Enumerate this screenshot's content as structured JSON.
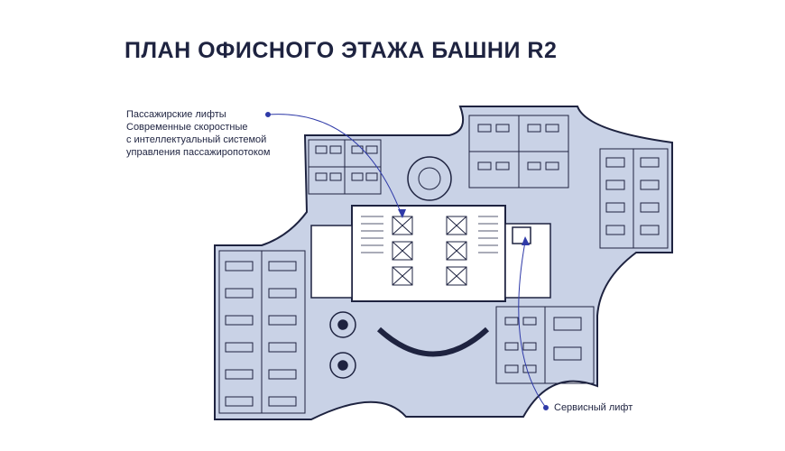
{
  "title": "ПЛАН ОФИСНОГО ЭТАЖА БАШНИ R2",
  "callouts": {
    "passenger_lifts": "Пассажирские лифты\nСовременные скоростные\nс интеллектуальный системой\nуправления пассажиропотоком",
    "service_lift": "Сервисный лифт"
  },
  "colors": {
    "floor": "#c9d2e6",
    "wall": "#1e2340",
    "core": "#ffffff",
    "accent": "#2f3aa8",
    "text": "#1e2340"
  }
}
